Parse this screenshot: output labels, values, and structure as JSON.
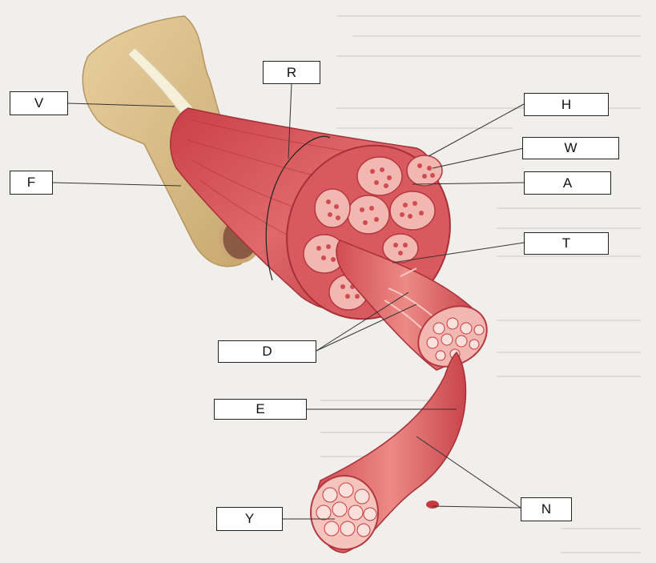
{
  "labels": {
    "V": "V",
    "R": "R",
    "F": "F",
    "H": "H",
    "W": "W",
    "A": "A",
    "T": "T",
    "D": "D",
    "E": "E",
    "N": "N",
    "Y": "Y"
  },
  "colors": {
    "background": "#f1efec",
    "bone": "#dcc08e",
    "muscle": "#d9575b",
    "fascicle_fill": "#f3b7b2",
    "fiber_dots": "#c9383f",
    "leader_line": "#333333"
  }
}
